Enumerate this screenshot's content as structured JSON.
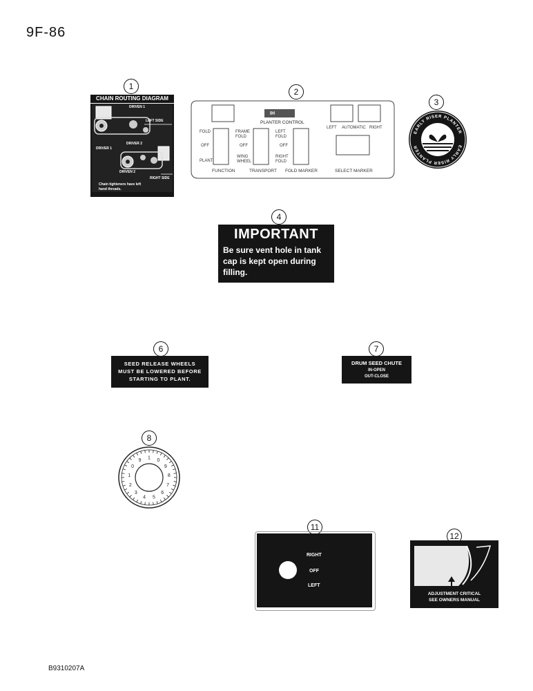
{
  "page": {
    "number": "9F-86",
    "footer_code": "B9310207A"
  },
  "callouts": [
    "1",
    "2",
    "3",
    "4",
    "6",
    "7",
    "8",
    "11",
    "12"
  ],
  "decal_1": {
    "title": "CHAIN ROUTING DIAGRAM",
    "labels": [
      "DRIVEN 1",
      "LEFT SIDE",
      "DRIVER 1",
      "DRIVER 2",
      "DRIVEN 2",
      "RIGHT SIDE"
    ],
    "note_lines": [
      "Chain tighteners have left",
      "hand threads."
    ]
  },
  "decal_2": {
    "title": "PLANTER CONTROL",
    "logo": "IH",
    "switch_labels": {
      "function": [
        "FOLD",
        "OFF",
        "PLANT"
      ],
      "transport": [
        "FRAME FOLD",
        "OFF",
        "WING WHEEL"
      ],
      "foldmarker": [
        "LEFT FOLD",
        "OFF",
        "RIGHT FOLD"
      ]
    },
    "marker_labels": [
      "LEFT",
      "AUTOMATIC",
      "RIGHT"
    ],
    "section_labels": [
      "FUNCTION",
      "TRANSPORT",
      "FOLD MARKER",
      "SELECT MARKER"
    ]
  },
  "decal_3": {
    "ring_text": [
      "EARLY RISER PLANTER",
      "EARLY RISER PLANTER"
    ]
  },
  "decal_4": {
    "title": "IMPORTANT",
    "lines": [
      "Be sure vent hole in tank",
      "cap is kept open during",
      "filling."
    ]
  },
  "decal_6": {
    "lines": [
      "SEED RELEASE WHEELS",
      "MUST BE LOWERED BEFORE",
      "STARTING TO PLANT."
    ]
  },
  "decal_7": {
    "lines": [
      "DRUM SEED CHUTE",
      "IN-OPEN",
      "OUT-CLOSE"
    ]
  },
  "decal_8": {
    "dial_numbers": [
      "1",
      "0",
      "9",
      "8",
      "7",
      "6",
      "5",
      "4",
      "3",
      "2",
      "1",
      "0",
      "9"
    ]
  },
  "decal_11": {
    "labels": [
      "RIGHT",
      "OFF",
      "LEFT"
    ]
  },
  "decal_12": {
    "lines": [
      "ADJUSTMENT CRITICAL",
      "SEE OWNERS MANUAL"
    ]
  }
}
